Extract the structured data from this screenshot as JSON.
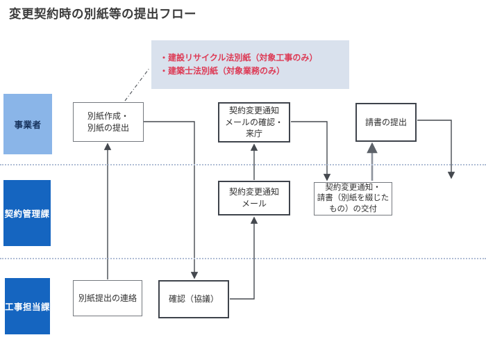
{
  "page": {
    "title": "変更契約時の別紙等の提出フロー"
  },
  "note": {
    "text": "・建設リサイクル法別紙（対象工事のみ）\n・建築士法別紙（対象業務のみ）"
  },
  "lanes": [
    {
      "label": "事業者"
    },
    {
      "label": "契約管理課"
    },
    {
      "label": "工事担当課"
    }
  ],
  "boxes": {
    "bessi_sakusei": "別紙作成・\n別紙の提出",
    "mail_kakunin": "契約変更通知\nメールの確認・\n来庁",
    "ukesho_teishutsu": "請書の提出",
    "henkou_mail": "契約変更通知\nメール",
    "koufu": "契約変更通知・\n請書（別紙を綴じた\nもの）の交付",
    "bessi_renraku": "別紙提出の連絡",
    "kakunin_kyougi": "確認（協議）"
  },
  "colors": {
    "title_text": "#3c3c3c",
    "note_bg": "#d9e1ed",
    "note_text": "#dd3a55",
    "lane_business_bg": "#8ab5e8",
    "lane_business_text": "#16325c",
    "lane_dept_bg": "#1565c0",
    "lane_dept_text": "#ffffff",
    "box_border_light": "#74787e",
    "box_border_dark": "#3e434b",
    "connector": "#45494f",
    "connector_gray": "#8d939c",
    "divider": "#aebcd4"
  }
}
